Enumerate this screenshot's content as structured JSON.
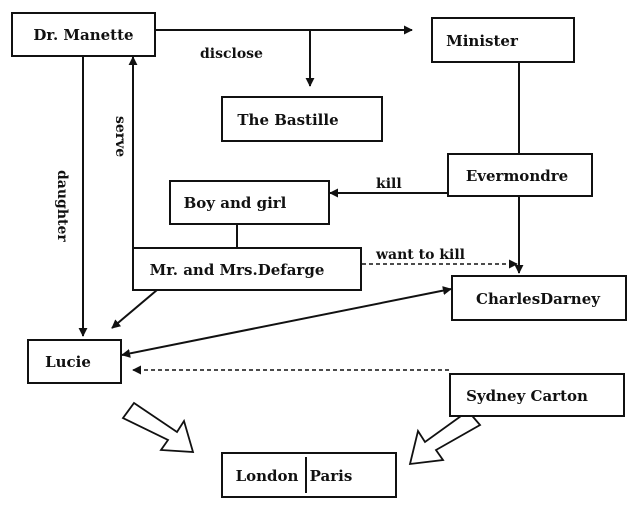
{
  "nodes": {
    "dr_manette": "Dr. Manette",
    "minister": "Minister",
    "bastille": "The Bastille",
    "evermondre": "Evermondre",
    "boy_and_girl": "Boy and girl",
    "defarge": "Mr. and Mrs.Defarge",
    "charles_darney": "CharlesDarney",
    "lucie": "Lucie",
    "sydney_carton": "Sydney Carton",
    "london": "London",
    "paris": "Paris"
  },
  "edges": {
    "disclose": "disclose",
    "serve": "serve",
    "daughter": "daughter",
    "kill": "kill",
    "want_to_kill": "want to kill"
  }
}
